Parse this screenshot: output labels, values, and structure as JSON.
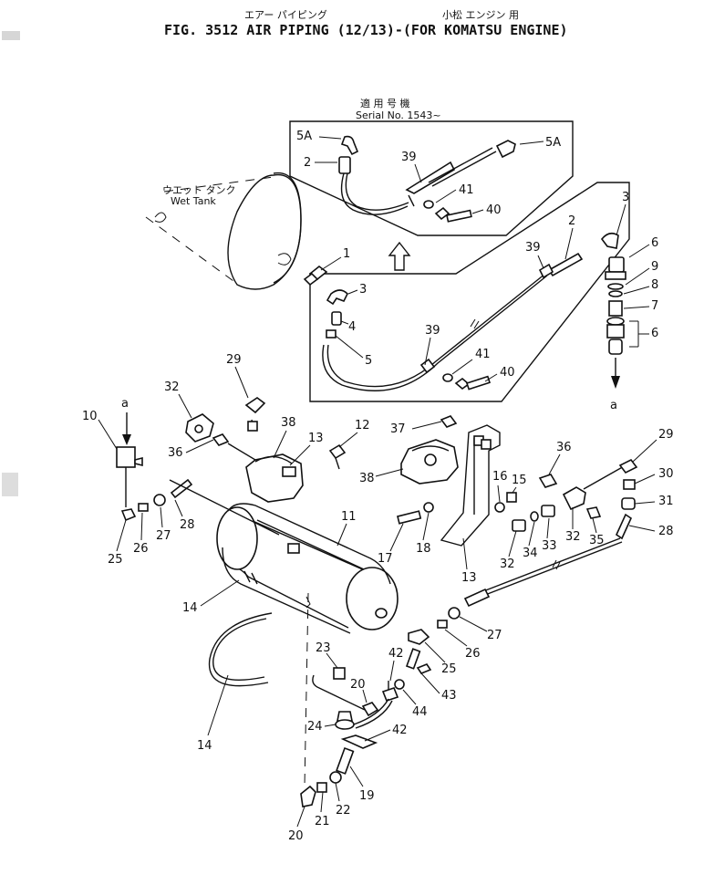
{
  "title": {
    "japanese": "エアー パイピング",
    "japanese_right": "小松 エンジン 用",
    "main": "FIG. 3512  AIR PIPING (12/13)-(FOR KOMATSU ENGINE)"
  },
  "inset": {
    "serial_jp": "適 用 号 機",
    "serial": "Serial No. 1543~"
  },
  "wet_tank": {
    "jp": "ウエット タンク",
    "en": "Wet Tank"
  },
  "callouts": {
    "c1": "1",
    "c2a": "2",
    "c2b": "2",
    "c3a": "3",
    "c3b": "3",
    "c4": "4",
    "c5": "5",
    "c5a_left": "5A",
    "c5a_right": "5A",
    "c6a": "6",
    "c6b": "6",
    "c7": "7",
    "c8": "8",
    "c9": "9",
    "c10": "10",
    "c11": "11",
    "c12": "12",
    "c13a": "13",
    "c13b": "13",
    "c14a": "14",
    "c14b": "14",
    "c15": "15",
    "c16": "16",
    "c17": "17",
    "c18": "18",
    "c19": "19",
    "c20a": "20",
    "c20b": "20",
    "c21": "21",
    "c22": "22",
    "c23": "23",
    "c24": "24",
    "c25a": "25",
    "c25b": "25",
    "c26a": "26",
    "c26b": "26",
    "c27a": "27",
    "c27b": "27",
    "c28a": "28",
    "c28b": "28",
    "c29a": "29",
    "c29b": "29",
    "c30": "30",
    "c31": "31",
    "c32a": "32",
    "c32b": "32",
    "c32c": "32",
    "c33": "33",
    "c34": "34",
    "c35": "35",
    "c36a": "36",
    "c36b": "36",
    "c37": "37",
    "c38a": "38",
    "c38b": "38",
    "c39a": "39",
    "c39b": "39",
    "c39c": "39",
    "c40a": "40",
    "c40b": "40",
    "c41a": "41",
    "c41b": "41",
    "c42a": "42",
    "c42b": "42",
    "c43": "43",
    "c44": "44",
    "a_top": "a",
    "a_right": "a"
  }
}
